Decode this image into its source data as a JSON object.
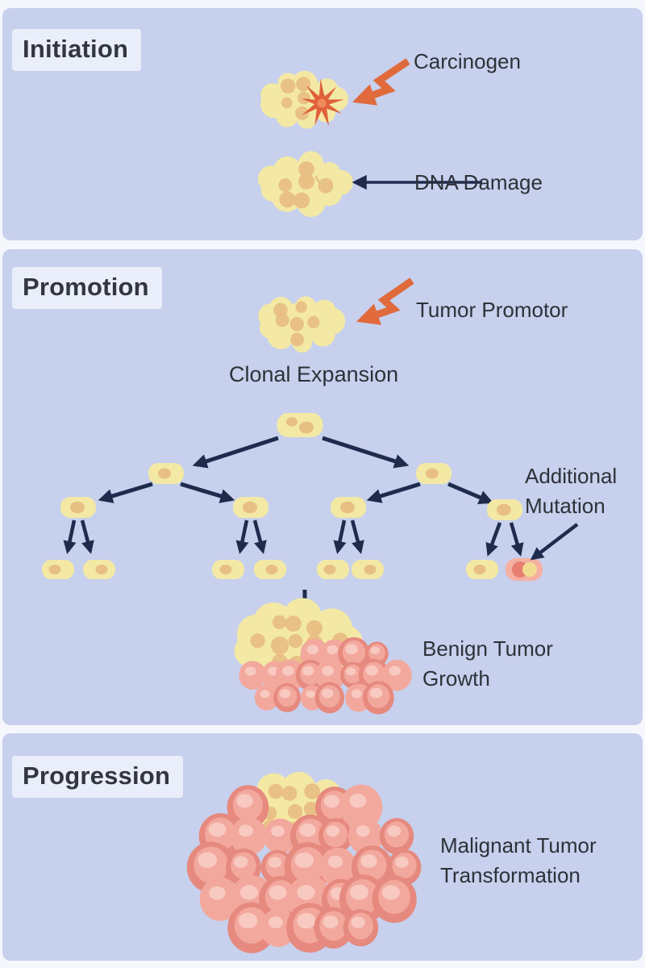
{
  "sections": {
    "initiation": {
      "label": "Initiation",
      "carcinogen_label": "Carcinogen",
      "dna_damage_label": "DNA Damage"
    },
    "promotion": {
      "label": "Promotion",
      "tumor_promotor_label": "Tumor Promotor",
      "clonal_expansion_label": "Clonal Expansion",
      "additional_mutation": {
        "line1": "Additional",
        "line2": "Mutation"
      },
      "benign_tumor": {
        "line1": "Benign Tumor",
        "line2": "Growth"
      }
    },
    "progression": {
      "label": "Progression",
      "malignant_tumor": {
        "line1": "Malignant Tumor",
        "line2": "Transformation"
      }
    }
  },
  "icons": {
    "carcinogen_arrow": "zigzag-lightning-arrow",
    "impact_burst": "starburst",
    "dna_damage_arrow": "left-arrow",
    "tumor_promotor_arrow": "zigzag-lightning-arrow",
    "clonal_tree_arrows": "diagonal-down-arrows",
    "additional_mutation_arrow": "down-left-arrow",
    "benign_growth_arrow": "down-arrow"
  },
  "colors": {
    "page_frame": "#f5f7fc",
    "panel_background": "#c7d0ec",
    "label_box_background": "#eaeefa",
    "heading_text": "#32363f",
    "annotation_text": "#2d3139",
    "navy_arrow": "#1f2b4c",
    "orange_arrow": "#e06a3c",
    "cell_body_yellow": "#f3e9a5",
    "cell_nucleus_orange": "#e8bf83",
    "tumor_cell_rim_pink": "#e6897e",
    "tumor_cell_body_pink": "#f3a89d",
    "tumor_cell_highlight_pink": "#f8c9c0",
    "mutated_cell_pink": "#f5b0a2",
    "mutated_cell_core_pink": "#e67f70",
    "mutated_cell_nucleus_yellow": "#f3dc92",
    "starburst_orange": "#df6039"
  }
}
